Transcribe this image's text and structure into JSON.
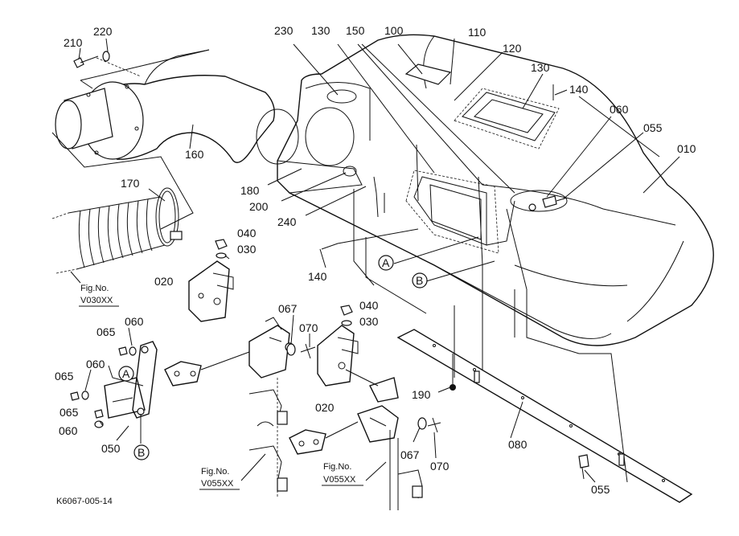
{
  "callouts": {
    "c010": "010",
    "c020a": "020",
    "c020b": "020",
    "c030a": "030",
    "c030b": "030",
    "c040a": "040",
    "c040b": "040",
    "c050": "050",
    "c055a": "055",
    "c055b": "055",
    "c060a": "060",
    "c060b": "060",
    "c060c": "060",
    "c060d": "060",
    "c065a": "065",
    "c065b": "065",
    "c065c": "065",
    "c067a": "067",
    "c067b": "067",
    "c070a": "070",
    "c070b": "070",
    "c080": "080",
    "c100": "100",
    "c110": "110",
    "c120": "120",
    "c130a": "130",
    "c130b": "130",
    "c140a": "140",
    "c140b": "140",
    "c150": "150",
    "c160": "160",
    "c170": "170",
    "c180": "180",
    "c190": "190",
    "c200": "200",
    "c210": "210",
    "c220": "220",
    "c230": "230",
    "c240": "240"
  },
  "markers": {
    "a1": "A",
    "a2": "A",
    "b1": "B",
    "b2": "B"
  },
  "refs": {
    "fig_label_1": "Fig.No.",
    "fig_code_1": "V030XX",
    "fig_label_2": "Fig.No.",
    "fig_code_2": "V055XX",
    "fig_label_3": "Fig.No.",
    "fig_code_3": "V055XX"
  },
  "footer": {
    "drawing_id": "K6067-005-14"
  }
}
